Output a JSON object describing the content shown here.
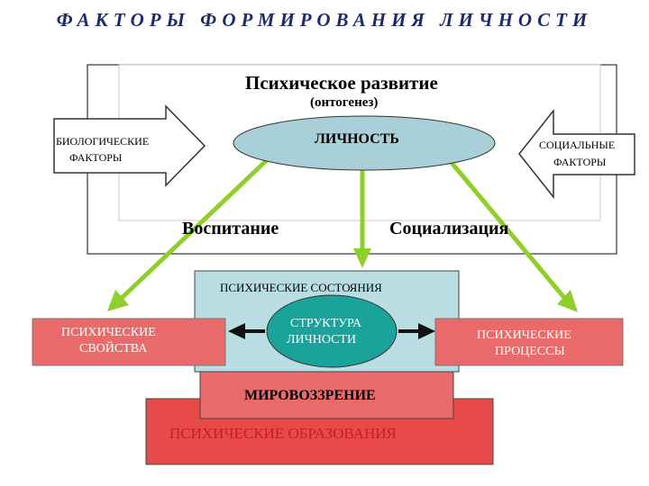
{
  "title": "ФАКТОРЫ ФОРМИРОВАНИЯ ЛИЧНОСТИ",
  "psych_development": "Психическое развитие",
  "ontogenesis": "(онтогенез)",
  "personality": "ЛИЧНОСТЬ",
  "biological_factors": [
    "БИОЛОГИЧЕСКИЕ",
    "ФАКТОРЫ"
  ],
  "social_factors": [
    "СОЦИАЛЬНЫЕ",
    "ФАКТОРЫ"
  ],
  "upbringing": "Воспитание",
  "socialization": "Социализация",
  "mental_states": "ПСИХИЧЕСКИЕ СОСТОЯНИЯ",
  "mental_properties": [
    "ПСИХИЧЕСКИЕ",
    "СВОЙСТВА"
  ],
  "personality_structure": [
    "СТРУКТУРА",
    "ЛИЧНОСТИ"
  ],
  "mental_processes": [
    "ПСИХИЧЕСКИЕ",
    "ПРОЦЕССЫ"
  ],
  "worldview": "МИРОВОЗЗРЕНИЕ",
  "mental_formations": "ПСИХИЧЕСКИЕ ОБРАЗОВАНИЯ",
  "colors": {
    "title": "#1f2a6b",
    "ellipse_fill": "#a9d0d8",
    "states_fill": "#b9dde3",
    "red_box": "#e86a6a",
    "formations_box": "#e84a4a",
    "formations_text": "#c81e1e",
    "green_arrow": "#8fcf2a"
  }
}
